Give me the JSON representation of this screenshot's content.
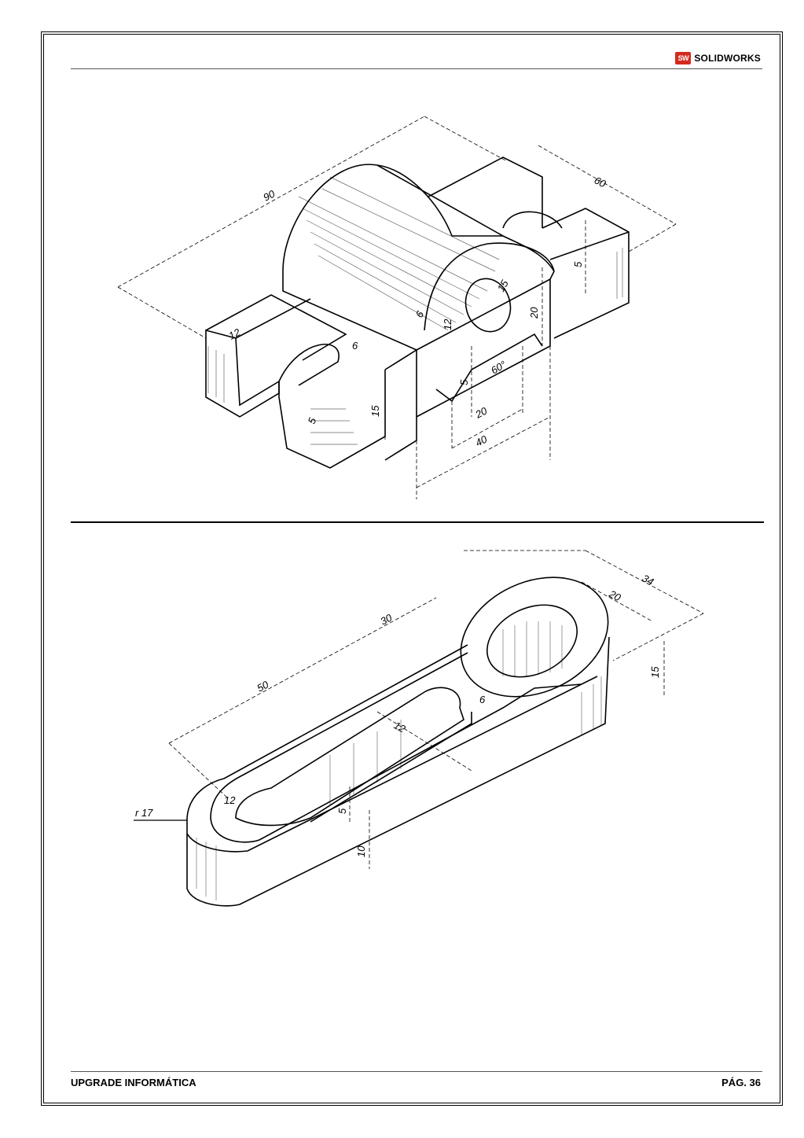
{
  "header": {
    "brand_logo_text": "SW",
    "brand": "SOLIDWORKS",
    "brand_color": "#d42a1e"
  },
  "drawing1": {
    "dims": [
      "90",
      "60",
      "5",
      "15",
      "20",
      "12",
      "6",
      "12",
      "6",
      "5",
      "15",
      "5",
      "60°",
      "20",
      "40"
    ]
  },
  "drawing2": {
    "dims": [
      "34",
      "20",
      "15",
      "30",
      "50",
      "6",
      "12",
      "r 17",
      "12",
      "5",
      "10"
    ]
  },
  "footer": {
    "left": "UPGRADE INFORMÁTICA",
    "right": "PÁG. 36"
  }
}
